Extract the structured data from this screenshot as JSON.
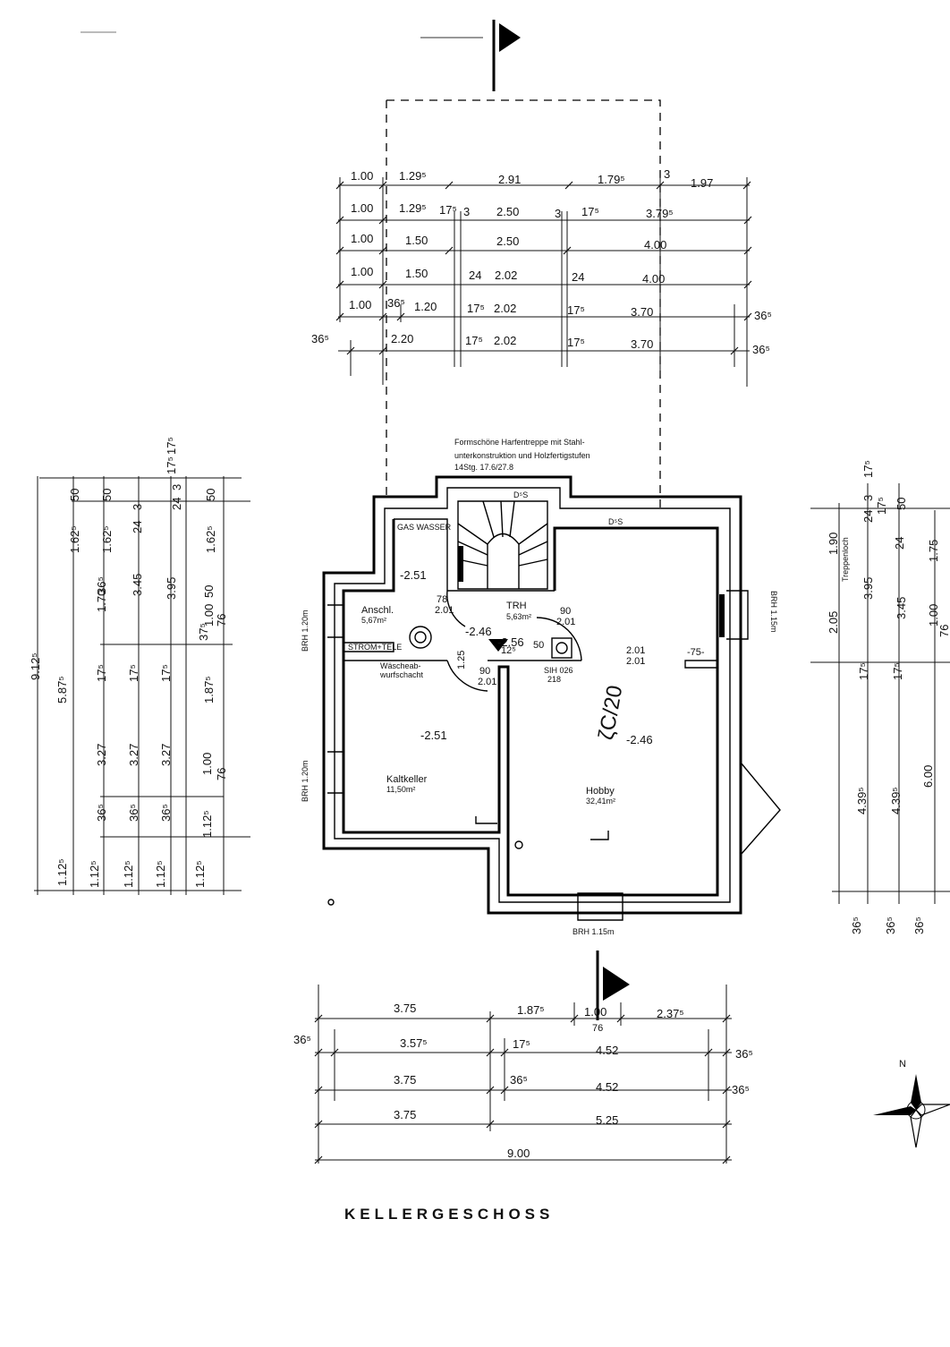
{
  "drawing": {
    "title": "KELLERGESCHOSS",
    "stair_note": [
      "Formschöne Harfentreppe mit Stahl-",
      "unterkonstruktion und Holzfertigstufen",
      "14Stg. 17.6/27.8"
    ],
    "rooms": {
      "kaltkeller": {
        "name": "Kaltkeller",
        "area": "11,50m²",
        "level": "-2.51"
      },
      "hobby": {
        "name": "Hobby",
        "area": "32,41m²",
        "level": "-2.46",
        "handwriting": "ζC/20"
      },
      "anschl": {
        "name": "Anschl.",
        "area": "5,67m²",
        "level": "-2.51"
      },
      "trh": {
        "name": "TRH",
        "area": "5,63m²",
        "level": "-2.46",
        "level2": "-2.56"
      }
    },
    "labels": {
      "gas_wasser": "GAS WASSER",
      "strom_tel": "STROM+TELE",
      "waesche_1": "Wäscheab-",
      "waesche_2": "wurfschacht",
      "brh_left_top": "BRH 1.20m",
      "brh_left_bottom": "BRH 1.20m",
      "brh_right": "BRH 1.15m",
      "brh_bottom": "BRH 1.15m",
      "sih": "SIH 026",
      "sih2": "218",
      "door_78": "78",
      "door_201a": "2.01",
      "door_90a": "90",
      "door_201b": "2.01",
      "door_90b": "90",
      "door_201c": "2.01",
      "hobby_door_1": "2.01",
      "hobby_door_2": "2.01",
      "wall_75": "-75-",
      "dim_125": "1.25",
      "dim_12": "12⁵",
      "dim_50": "50",
      "ds_top": "D⁵S",
      "ds_top2": "D⁵S",
      "treppenloch": "Treppenloch"
    },
    "top_dims": [
      [
        "1.00",
        "1.29⁵",
        "2.91",
        "1.79⁵",
        "3",
        "1.97"
      ],
      [
        "1.00",
        "1.29⁵",
        "17⁵",
        "3",
        "2.50",
        "3",
        "17⁵",
        "3.79⁵"
      ],
      [
        "1.00",
        "1.50",
        "2.50",
        "4.00"
      ],
      [
        "1.00",
        "1.50",
        "24",
        "2.02",
        "24",
        "4.00"
      ],
      [
        "1.00",
        "36⁵",
        "1.20",
        "17⁵",
        "2.02",
        "17⁵",
        "3.70",
        "36⁵"
      ],
      [
        "36⁵",
        "2.20",
        "17⁵",
        "2.02",
        "17⁵",
        "3.70",
        "36⁵"
      ]
    ],
    "bottom_dims": [
      [
        "3.75",
        "1.87⁵",
        "1.00",
        "2.37⁵",
        "76"
      ],
      [
        "36⁵",
        "3.57⁵",
        "17⁵",
        "4.52",
        "36⁵"
      ],
      [
        "3.75",
        "36⁵",
        "4.52",
        "36⁵"
      ],
      [
        "3.75",
        "5.25"
      ],
      [
        "9.00"
      ]
    ],
    "left_dims": [
      [
        "9.12⁵"
      ],
      [
        "5.87⁵",
        "1.12⁵"
      ],
      [
        "50",
        "1.62⁵",
        "1.70",
        "17⁵",
        "3.27",
        "36⁵",
        "1.12⁵"
      ],
      [
        "50",
        "1.62⁵",
        "36⁵",
        "3.45",
        "17⁵",
        "3.27",
        "36⁵",
        "1.12⁵"
      ],
      [
        "24",
        "3",
        "3.95",
        "17⁵",
        "3.27",
        "36⁵",
        "1.12⁵"
      ],
      [
        "17⁵",
        "3",
        "24",
        "50",
        "1.00",
        "37⁵",
        "1.87⁵",
        "1.00",
        "1.12⁵"
      ],
      [
        "17⁵",
        "50",
        "1.62⁵",
        "76",
        "76",
        "1.12⁵"
      ]
    ],
    "right_dims": [
      [
        "1.90",
        "2.05",
        "4.39⁵",
        "36⁵"
      ],
      [
        "17⁵",
        "3",
        "24",
        "3.95",
        "17⁵",
        "4.39⁵",
        "36⁵"
      ],
      [
        "17⁵",
        "50",
        "24",
        "3.45",
        "17⁵",
        "6.00",
        "36⁵"
      ],
      [
        "1.75",
        "1.00",
        "76"
      ]
    ],
    "compass": "N"
  }
}
